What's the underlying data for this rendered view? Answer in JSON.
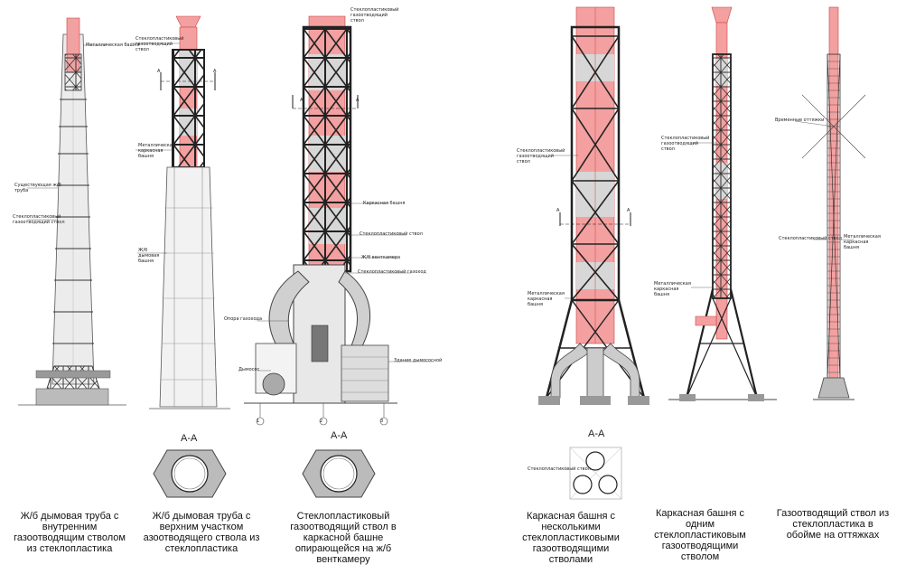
{
  "panels": [
    {
      "id": "p1",
      "labels": [
        "Металлическая башня",
        "Существующая ж/б труба",
        "Стеклопластиковый газоотводящий ствол"
      ],
      "caption": [
        "Ж/б дымовая труба с",
        "внутренним",
        "газоотводящим стволом",
        "из стеклопластика"
      ]
    },
    {
      "id": "p2",
      "labels": [
        "Стеклопластиковый газоотводящий ствол",
        "Металлическая каркасная башня",
        "Ж/б дымовая башня"
      ],
      "section_marks": [
        "А",
        "А"
      ],
      "section_title": "А-А",
      "caption": [
        "Ж/б дымовая труба с",
        "верхним участком",
        "азоотводящего ствола из",
        "стеклопластика"
      ]
    },
    {
      "id": "p3",
      "labels": [
        "Стеклопластиковый газоотводящий ствол",
        "Каркасная башня",
        "Стеклопластиковый ствол",
        "Ж/б венткамера",
        "Стеклопластиковый газоход",
        "Опора газохода",
        "Дымосос",
        "Здание дымососной"
      ],
      "section_marks": [
        "А",
        "А"
      ],
      "axis_marks": [
        "1",
        "2",
        "3"
      ],
      "section_title": "А-А",
      "caption": [
        "Стеклопластиковый",
        "газоотводящий ствол в",
        "каркасной башне",
        "опирающейся на ж/б",
        "венткамеру"
      ]
    },
    {
      "id": "p4",
      "labels": [
        "Стеклопластиковый газоотводящий ствол",
        "Металлическая каркасная башня"
      ],
      "section_marks": [
        "А",
        "А"
      ],
      "section_title": "А-А",
      "section_label": "Стеклопластиковый ствол",
      "caption": [
        "Каркасная башня с",
        "несколькими",
        "стеклопластиковыми",
        "газоотводящими",
        "стволами"
      ]
    },
    {
      "id": "p5",
      "labels": [
        "Стеклопластиковый газоотводящий ствол",
        "Металлическая каркасная башня"
      ],
      "caption": [
        "Каркасная башня с",
        "одним",
        "стеклопластиковым",
        "газоотводящими",
        "стволом"
      ]
    },
    {
      "id": "p6",
      "labels": [
        "Временные оттяжки",
        "Стеклопластиковый ствол",
        "Металлическая каркасная башня"
      ],
      "caption": [
        "Газоотводящий ствол из",
        "стеклопластика в",
        "обойме на оттяжках"
      ]
    }
  ],
  "colors": {
    "fiberglass": "#f07a7a",
    "steel": "#222222",
    "concrete": "#d9d9d9",
    "line": "#555555"
  }
}
